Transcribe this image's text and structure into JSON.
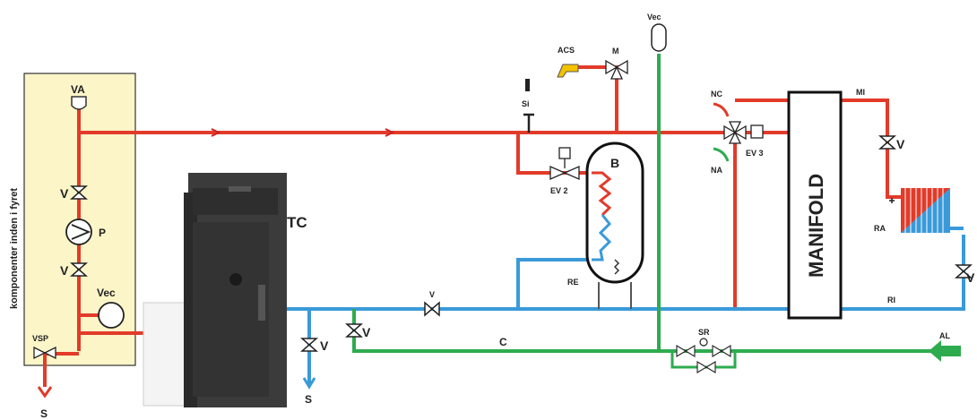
{
  "labels": {
    "va": "VA",
    "v_left_top": "V",
    "p": "P",
    "v_left_mid": "V",
    "vec_left": "Vec",
    "vsp": "VSP",
    "s_left": "S",
    "side_text": "komponenter inden i fyret",
    "tc": "TC",
    "v_drain": "V",
    "s_drain": "S",
    "v_vertical": "V",
    "v_blue": "V",
    "c": "C",
    "si": "Si",
    "acs": "ACS",
    "m": "M",
    "vec_top": "Vec",
    "b": "B",
    "ev2": "EV 2",
    "re": "RE",
    "nc": "NC",
    "na": "NA",
    "ev3": "EV 3",
    "manifold": "MANIFOLD",
    "mi": "MI",
    "v_right_red": "V",
    "ra": "RA",
    "ri": "RI",
    "v_right_blue": "V",
    "sr": "SR",
    "al": "AL"
  },
  "colors": {
    "red": "#e23b2a",
    "blue": "#3a9ad9",
    "green": "#2eab4f",
    "panel": "#fbf5c8",
    "boiler": "#3b3b3b"
  }
}
